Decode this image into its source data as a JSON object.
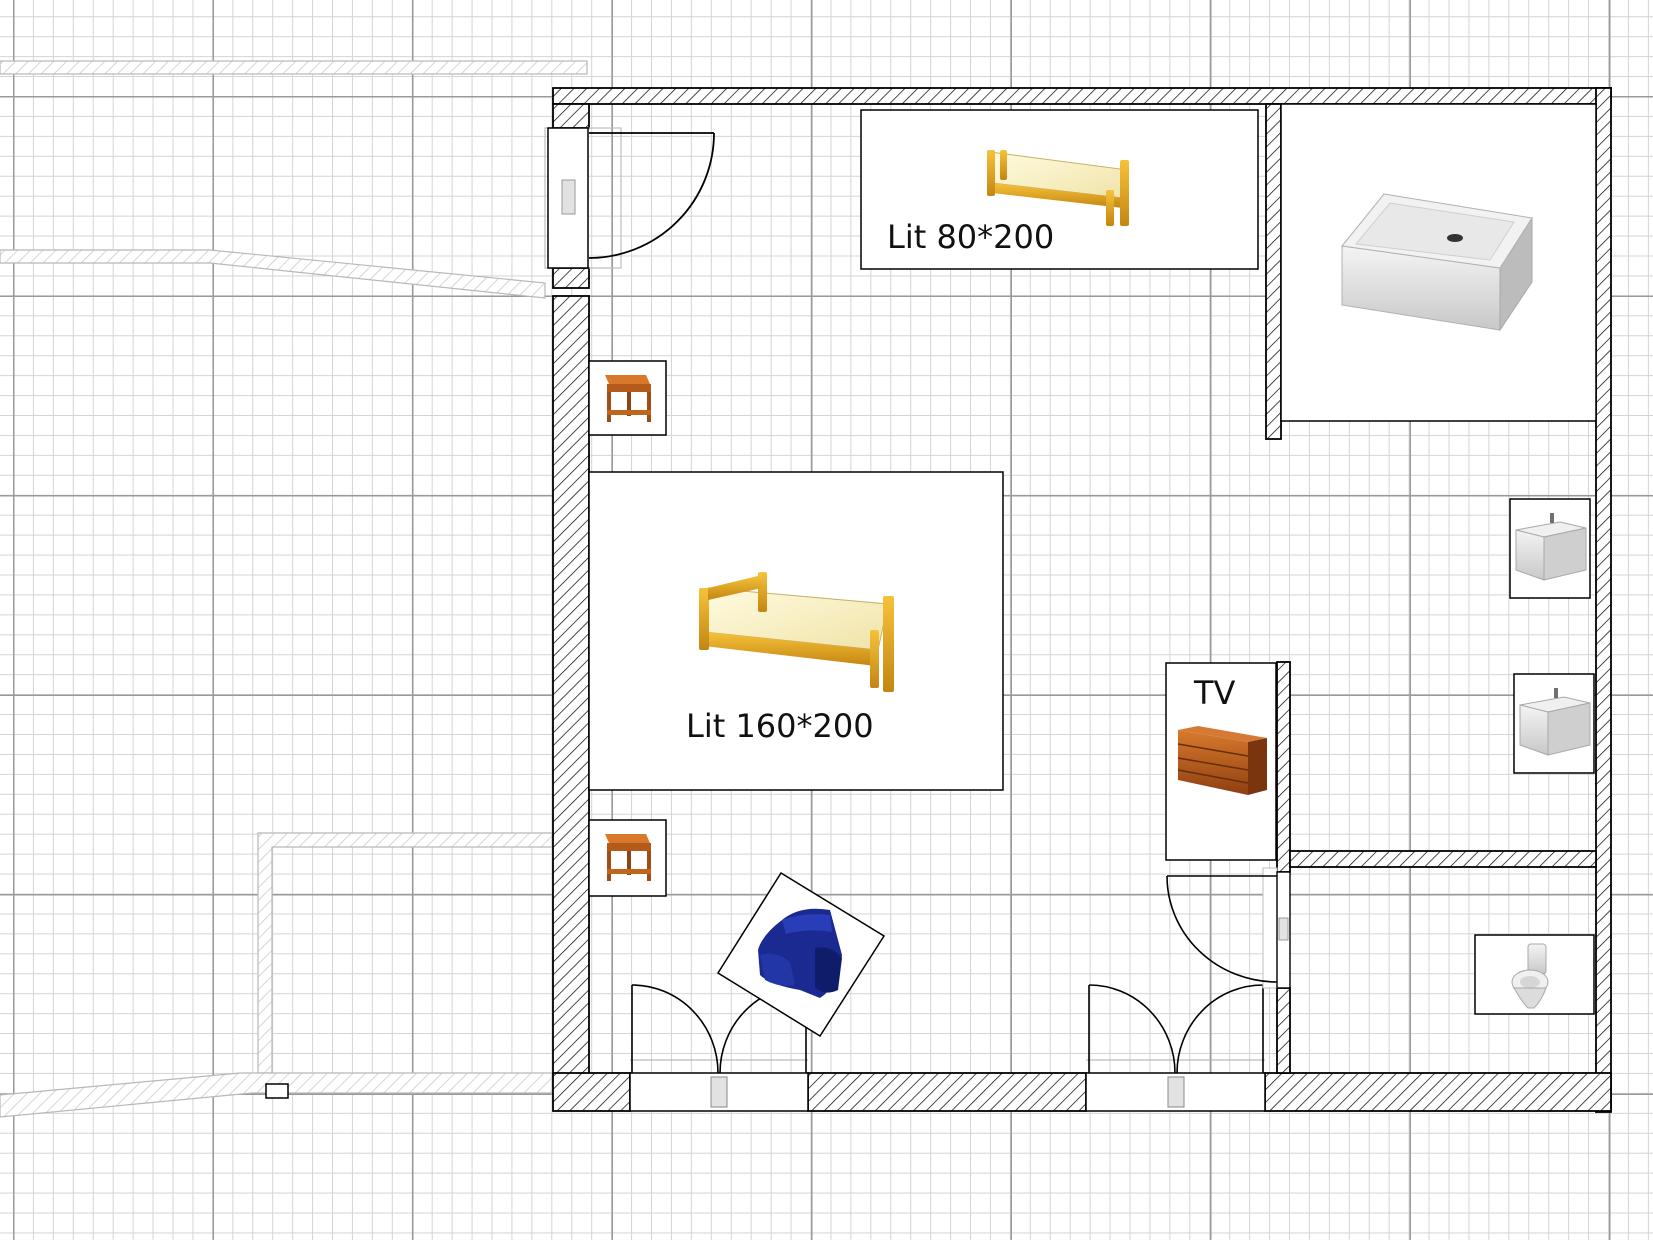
{
  "plan": {
    "labels": {
      "single_bed": "Lit 80*200",
      "double_bed": "Lit 160*200",
      "tv": "TV"
    },
    "furniture_icons": [
      "single-bed-icon",
      "double-bed-icon",
      "shower-tray-icon",
      "nightstand-icon",
      "nightstand-icon",
      "washbasin-cabinet-icon",
      "washbasin-cabinet-icon",
      "dresser-icon",
      "armchair-icon",
      "toilet-icon",
      "door-icon",
      "window-icon"
    ],
    "colors": {
      "wall_outline": "#000000",
      "wall_hatch": "#000000",
      "ghost_wall": "#b8b8b8",
      "grid_major": "#9a9a9a",
      "grid_minor": "#d4d4d4",
      "bed_wood": "#e4a520",
      "bed_mattress": "#f8f0c0",
      "armchair": "#1a2a90",
      "nightstand": "#c0661c",
      "dresser": "#b8561a",
      "sanitary": "#e6e6e6"
    }
  }
}
